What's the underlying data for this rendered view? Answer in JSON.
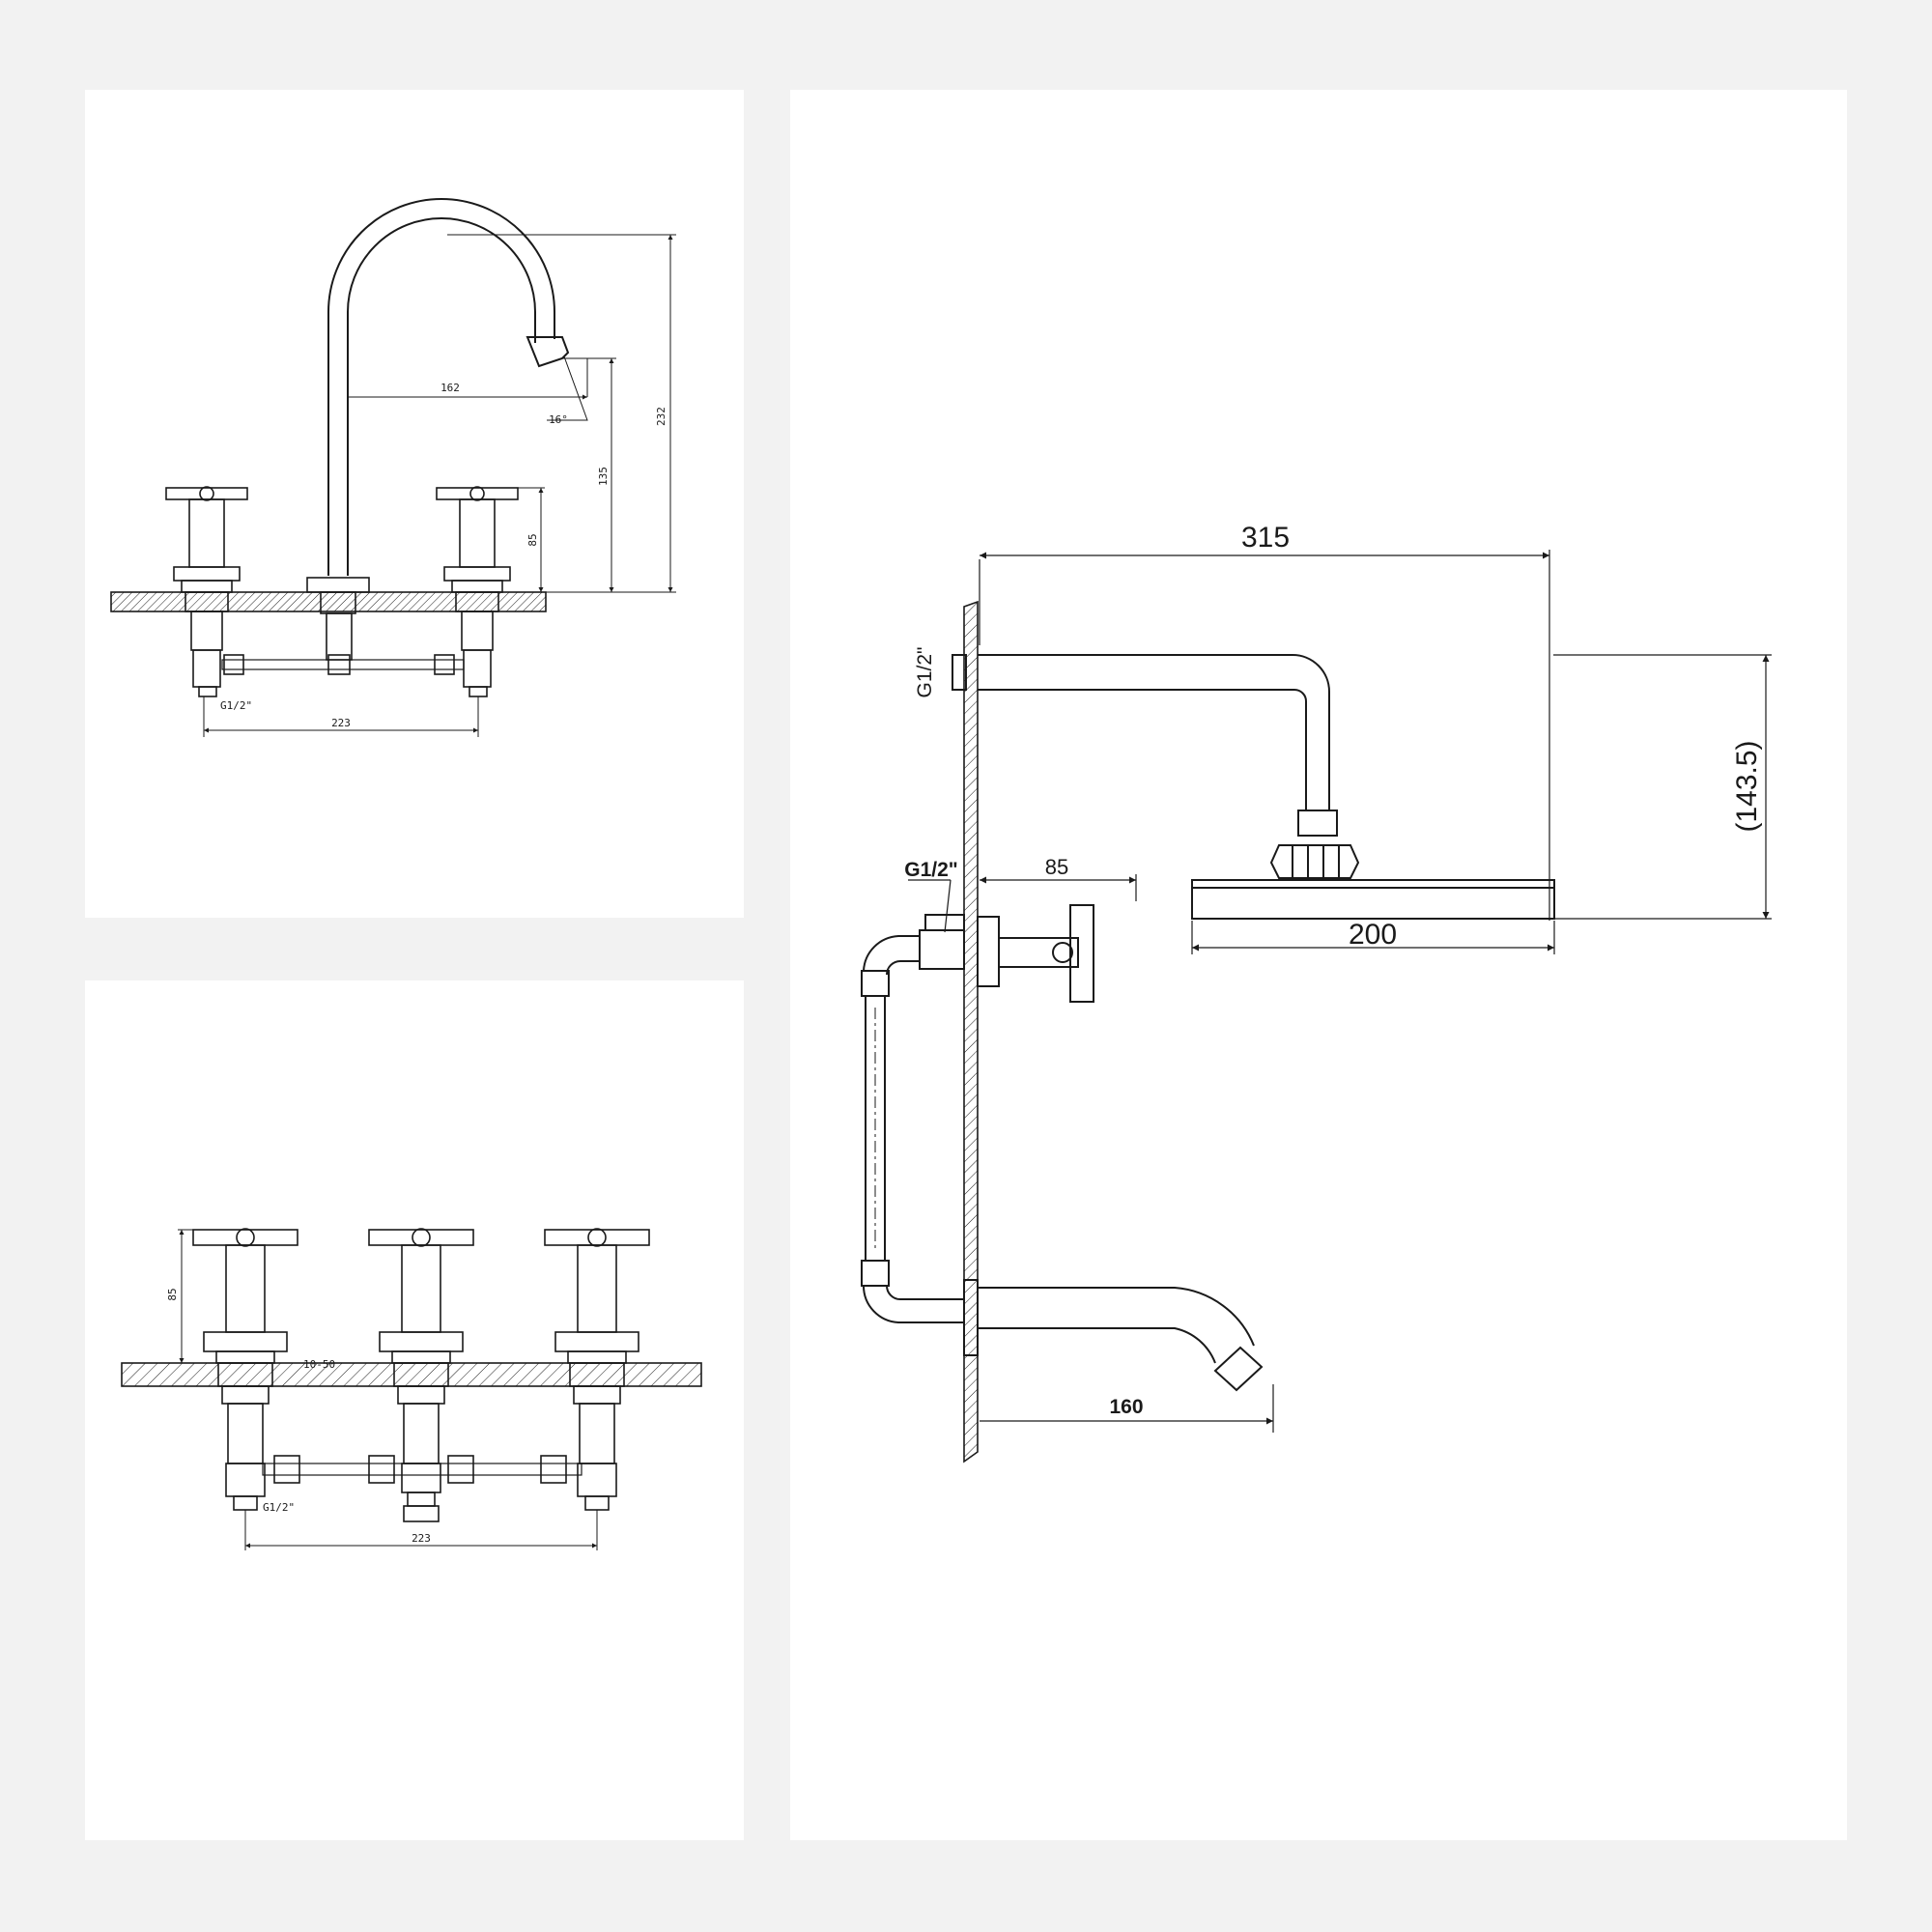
{
  "panel_a": {
    "dim_reach": "162",
    "dim_angle": "16°",
    "dim_height_spout": "232",
    "dim_height_outlet": "135",
    "dim_height_handle": "85",
    "dim_thread": "G1/2\"",
    "dim_spread": "223"
  },
  "panel_b": {
    "dim_height_handle": "85",
    "dim_thickness": "10-50",
    "dim_thread": "G1/2\"",
    "dim_spread": "223"
  },
  "panel_c": {
    "dim_arm_length": "315",
    "dim_thread_arm": "G1/2\"",
    "dim_drop": "(143.5)",
    "dim_head_width": "200",
    "dim_thread_valve": "G1/2\"",
    "dim_valve_depth": "85",
    "dim_spout_reach": "160"
  },
  "colors": {
    "line": "#1a1a1a",
    "background": "#f2f2f2",
    "panel": "#ffffff"
  }
}
